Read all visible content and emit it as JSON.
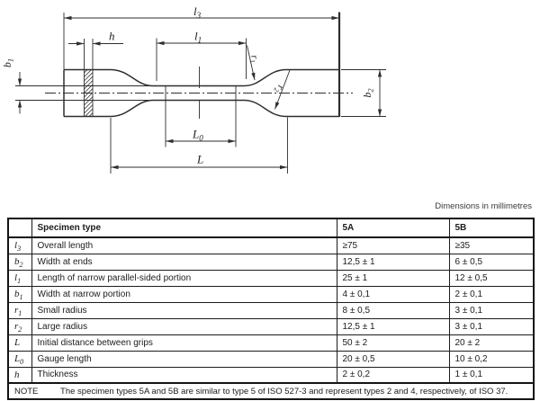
{
  "page": {
    "dimensions_note": "Dimensions in millimetres"
  },
  "diagram": {
    "labels": {
      "l3": {
        "base": "l",
        "sub": "3"
      },
      "h": {
        "base": "h",
        "sub": ""
      },
      "l1": {
        "base": "l",
        "sub": "1"
      },
      "r1": {
        "base": "r",
        "sub": "1"
      },
      "r2": {
        "base": "r",
        "sub": "2"
      },
      "b1": {
        "base": "b",
        "sub": "1"
      },
      "b2": {
        "base": "b",
        "sub": "2"
      },
      "L0": {
        "base": "L",
        "sub": "0"
      },
      "L": {
        "base": "L",
        "sub": ""
      }
    }
  },
  "table": {
    "headers": {
      "symbol": "",
      "specimen_type": "Specimen type",
      "col_5a": "5A",
      "col_5b": "5B"
    },
    "rows": [
      {
        "sym": "l",
        "sub": "3",
        "description": "Overall length",
        "a": "≥75",
        "b": "≥35"
      },
      {
        "sym": "b",
        "sub": "2",
        "description": "Width at ends",
        "a": "12,5 ± 1",
        "b": "6 ± 0,5"
      },
      {
        "sym": "l",
        "sub": "1",
        "description": "Length of narrow parallel-sided portion",
        "a": "25 ± 1",
        "b": "12 ± 0,5"
      },
      {
        "sym": "b",
        "sub": "1",
        "description": "Width at narrow portion",
        "a": "4 ± 0,1",
        "b": "2 ± 0,1"
      },
      {
        "sym": "r",
        "sub": "1",
        "description": "Small radius",
        "a": "8 ± 0,5",
        "b": "3 ± 0,1"
      },
      {
        "sym": "r",
        "sub": "2",
        "description": "Large radius",
        "a": "12,5 ± 1",
        "b": "3 ± 0,1"
      },
      {
        "sym": "L",
        "sub": "",
        "description": "Initial distance between grips",
        "a": "50 ± 2",
        "b": "20 ± 2"
      },
      {
        "sym": "L",
        "sub": "0",
        "description": "Gauge length",
        "a": "20 ± 0,5",
        "b": "10 ± 0,2"
      },
      {
        "sym": "h",
        "sub": "",
        "description": "Thickness",
        "a": "2 ± 0,2",
        "b": "1 ± 0,1"
      }
    ],
    "note": {
      "label": "NOTE",
      "text": "The specimen types 5A and 5B are similar to type 5 of ISO 527-3 and represent types 2 and 4, respectively, of ISO 37."
    }
  }
}
